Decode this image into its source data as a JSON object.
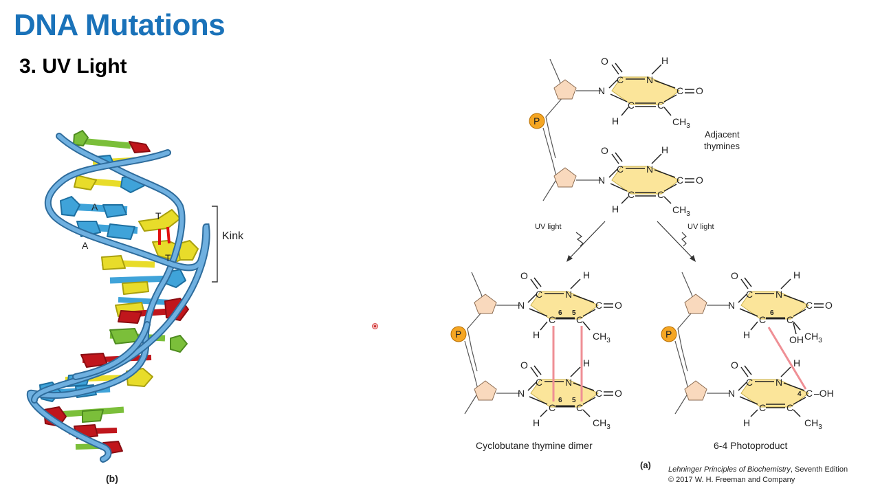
{
  "slide": {
    "title": "DNA Mutations",
    "subtitle": "3. UV Light"
  },
  "helix_panel": {
    "label_kink": "Kink",
    "base_A1": "A",
    "base_A2": "A",
    "base_T1": "T",
    "base_T2": "T",
    "panel_label": "(b)",
    "colors": {
      "backbone": "#5b9bd5",
      "adenine": "#3fa3d9",
      "thymine": "#e8dc2a",
      "guanine": "#7bbf3a",
      "cytosine": "#c0161c",
      "bond": "#e01010"
    }
  },
  "scheme_panel": {
    "adjacent_label_line1": "Adjacent",
    "adjacent_label_line2": "thymines",
    "uv_left": "UV light",
    "uv_right": "UV light",
    "caption_left": "Cyclobutane thymine dimer",
    "caption_right": "6-4 Photoproduct",
    "panel_label": "(a)",
    "phosphate": "P",
    "atoms": {
      "O": "O",
      "C": "C",
      "N": "N",
      "H": "H",
      "CH3": "CH",
      "CH3_sub": "3",
      "OH": "OH",
      "OH_right": "–OH"
    },
    "ring_numbers": {
      "six": "6",
      "five": "5",
      "four": "4"
    },
    "colors": {
      "ring_fill": "#fbe59a",
      "sugar_fill": "#f9d9bd",
      "phosphate_fill": "#f5a623",
      "crosslink": "#ef8f95"
    }
  },
  "credit": {
    "book": "Lehninger Principles of Biochemistry",
    "edition": ", Seventh Edition",
    "copyright": "© 2017 W. H. Freeman and Company"
  }
}
